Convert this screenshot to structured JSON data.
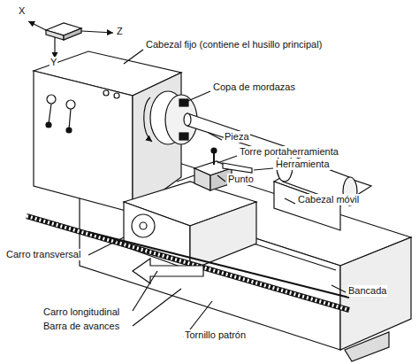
{
  "diagram": {
    "labels": [
      "X",
      "Z",
      "Y",
      "Cabezal fijo (contiene el husillo principal)",
      "Copa de mordazas",
      "Pieza",
      "Torre portaherramienta",
      "Herramienta",
      "Punto",
      "Cabezal móvil",
      "Carro transversal",
      "Bancada",
      "Carro longitudinal",
      "Barra de avances",
      "Tornillo patrón"
    ]
  }
}
